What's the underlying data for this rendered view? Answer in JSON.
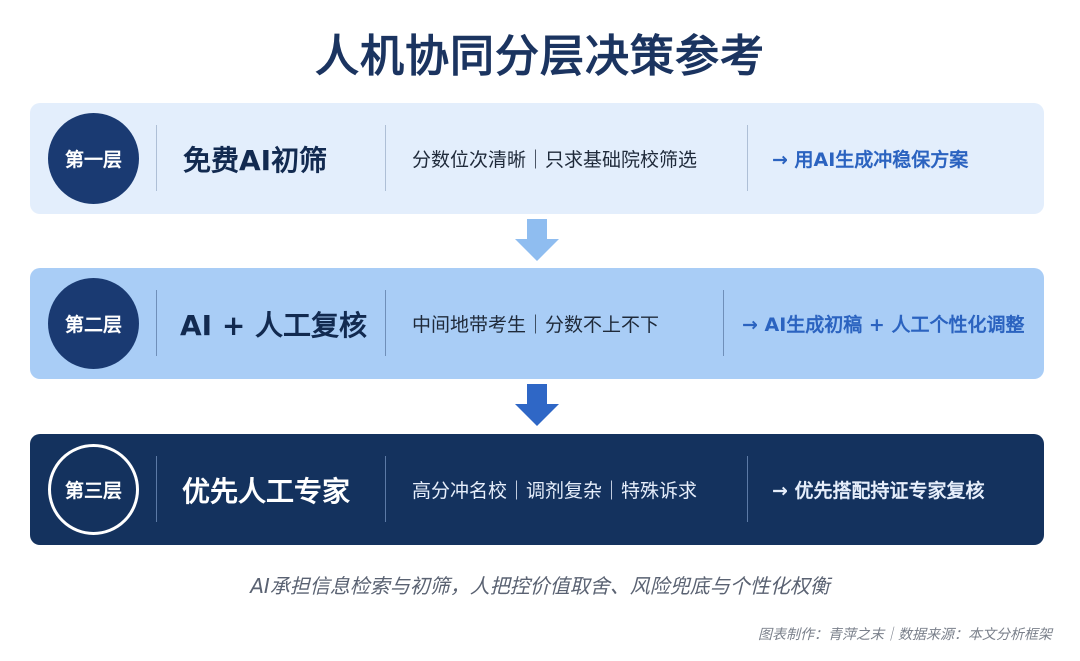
{
  "title": "人机协同分层决策参考",
  "colors": {
    "title": "#1b3460",
    "layer1_bg": "#e3eefc",
    "layer2_bg": "#a9cdf6",
    "layer3_bg": "#14325e",
    "badge": "#1a3a72",
    "accent_text": "#2b63c0",
    "arrow_light": "#8fbdf0",
    "arrow_dark": "#2f67c6"
  },
  "layers": [
    {
      "badge": "第一层",
      "name": "免费AI初筛",
      "desc": "分数位次清晰｜只求基础院校筛选",
      "action": "→ 用AI生成冲稳保方案"
    },
    {
      "badge": "第二层",
      "name": "AI + 人工复核",
      "desc": "中间地带考生｜分数不上不下",
      "action": "→ AI生成初稿 + 人工个性化调整"
    },
    {
      "badge": "第三层",
      "name": "优先人工专家",
      "desc": "高分冲名校｜调剂复杂｜特殊诉求",
      "action": "→ 优先搭配持证专家复核"
    }
  ],
  "arrows": [
    {
      "icon": "down-arrow-icon-light"
    },
    {
      "icon": "down-arrow-icon-dark"
    }
  ],
  "caption": "AI承担信息检索与初筛，人把控价值取舍、风险兜底与个性化权衡",
  "credit": "图表制作：青萍之末｜数据来源：本文分析框架"
}
